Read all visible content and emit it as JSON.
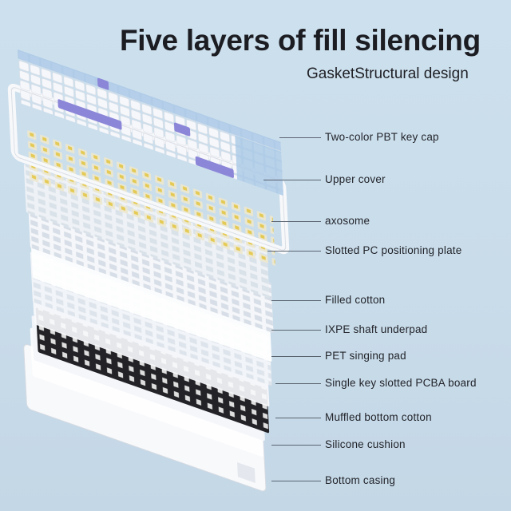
{
  "header": {
    "title": "Five layers of fill silencing",
    "subtitle": "GasketStructural design"
  },
  "layers": [
    {
      "id": "keycap",
      "label": "Two-color PBT key cap"
    },
    {
      "id": "upper-cover",
      "label": "Upper cover"
    },
    {
      "id": "axosome",
      "label": "axosome"
    },
    {
      "id": "plate",
      "label": "Slotted PC positioning plate"
    },
    {
      "id": "filled-cotton",
      "label": "Filled cotton"
    },
    {
      "id": "ixpe",
      "label": "IXPE shaft underpad"
    },
    {
      "id": "pet",
      "label": "PET singing pad"
    },
    {
      "id": "pcba",
      "label": "Single key slotted PCBA board"
    },
    {
      "id": "bottom-cotton",
      "label": "Muffled bottom cotton"
    },
    {
      "id": "silicone",
      "label": "Silicone cushion"
    },
    {
      "id": "casing",
      "label": "Bottom casing"
    }
  ],
  "colors": {
    "background": "#cde0ee",
    "keycap_white": "#f3f5f8",
    "keycap_blue": "#a9c8e6",
    "keycap_purple": "#8b86d8",
    "switch_yellow": "#e8cf5a",
    "pcb_black": "#222226"
  }
}
